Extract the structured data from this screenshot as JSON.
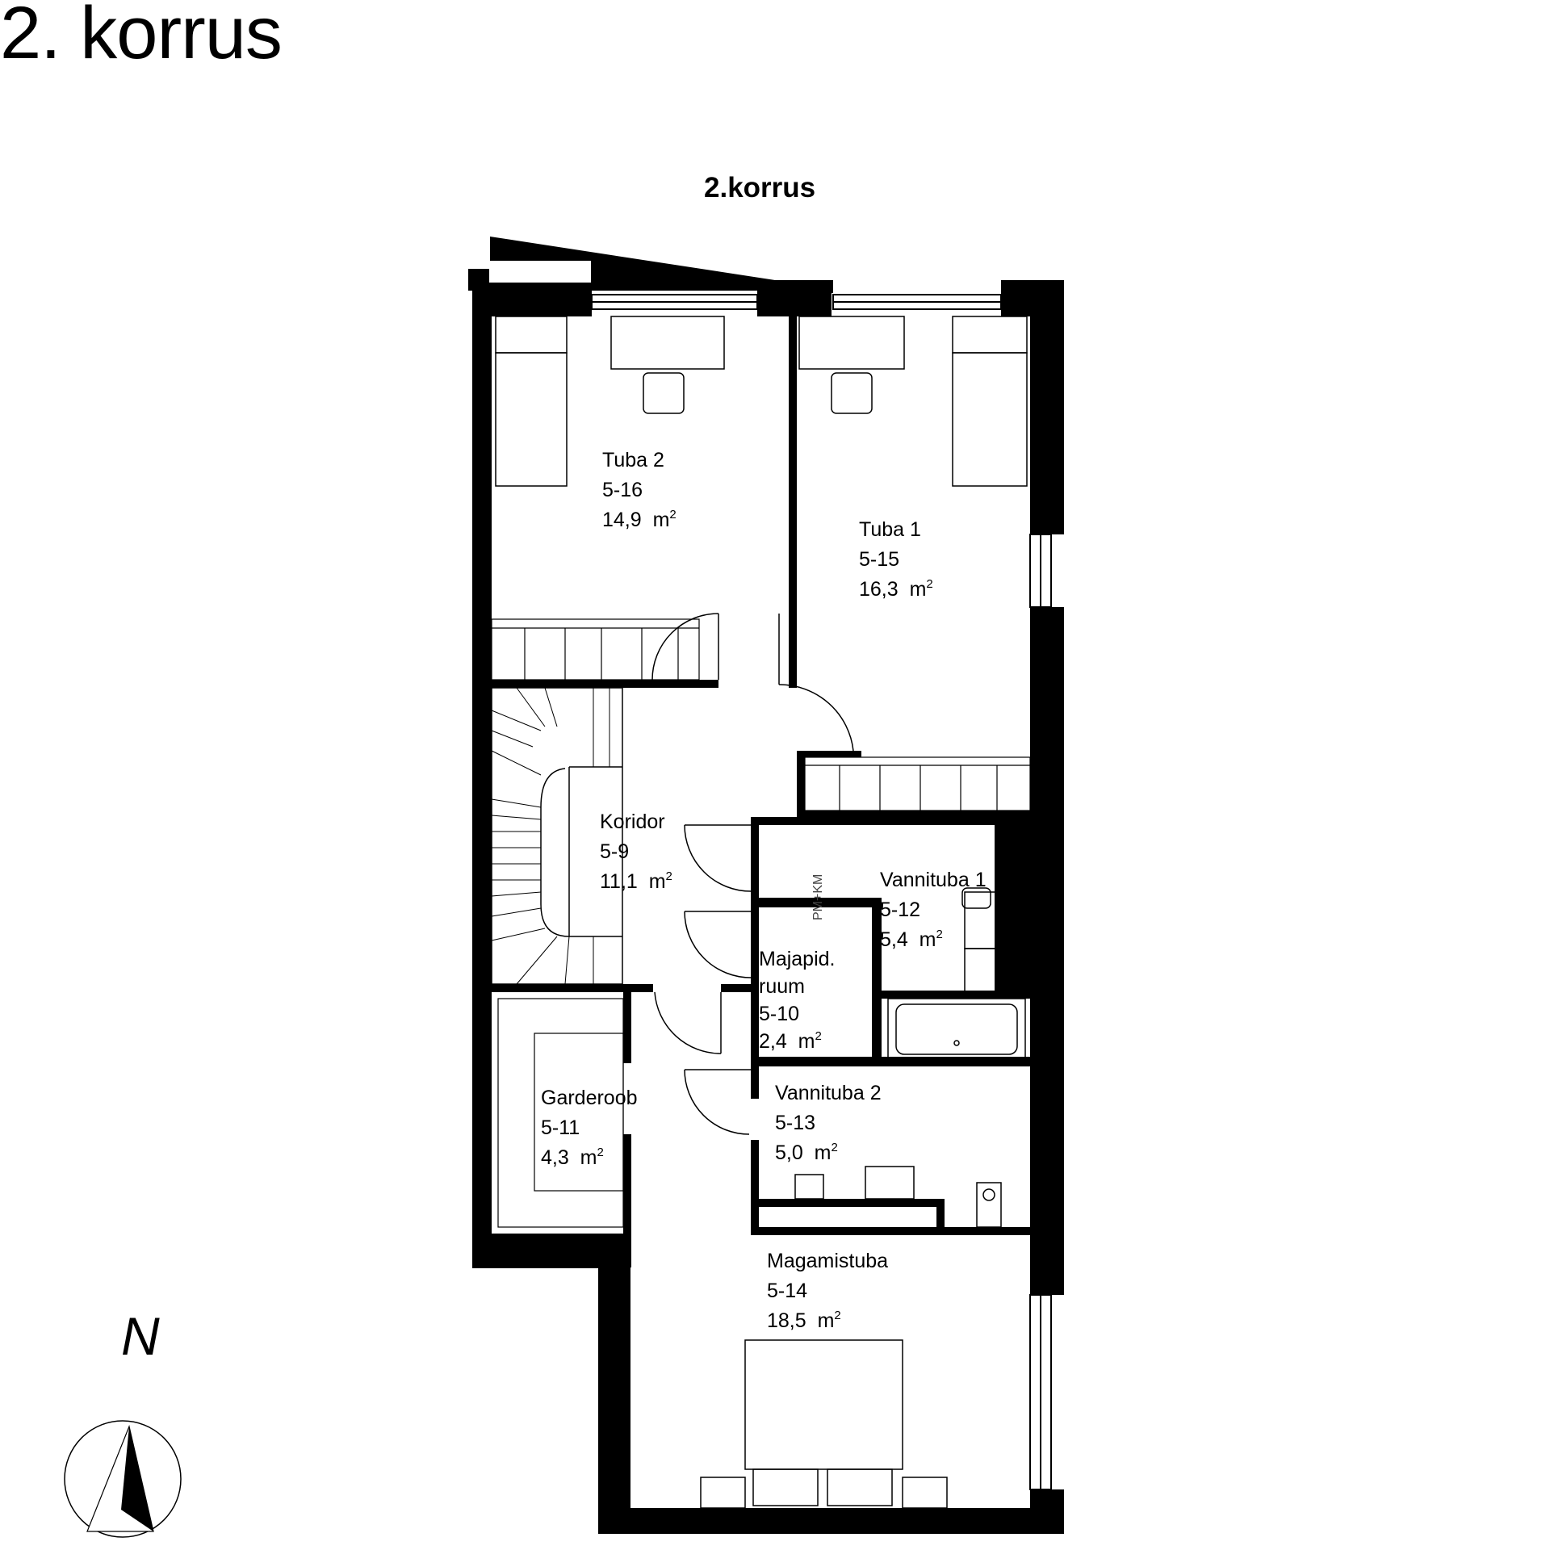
{
  "page": {
    "title": "2. korrus",
    "plan_title": "2.korrus"
  },
  "rooms": [
    {
      "name": "Tuba 2",
      "code": "5-16",
      "area": "14,9",
      "unit": "m",
      "exp": "2"
    },
    {
      "name": "Tuba 1",
      "code": "5-15",
      "area": "16,3",
      "unit": "m",
      "exp": "2"
    },
    {
      "name": "Koridor",
      "code": "5-9",
      "area": "11,1",
      "unit": "m",
      "exp": "2"
    },
    {
      "name": "Vannituba 1",
      "code": "5-12",
      "area": "5,4",
      "unit": "m",
      "exp": "2"
    },
    {
      "name": "Majapid.",
      "name2": "ruum",
      "code": "5-10",
      "area": "2,4",
      "unit": "m",
      "exp": "2"
    },
    {
      "name": "Garderoob",
      "code": "5-11",
      "area": "4,3",
      "unit": "m",
      "exp": "2"
    },
    {
      "name": "Vannituba 2",
      "code": "5-13",
      "area": "5,0",
      "unit": "m",
      "exp": "2"
    },
    {
      "name": "Magamistuba",
      "code": "5-14",
      "area": "18,5",
      "unit": "m",
      "exp": "2"
    }
  ],
  "appliance_label": "PM+KM",
  "compass": {
    "letter": "N"
  }
}
